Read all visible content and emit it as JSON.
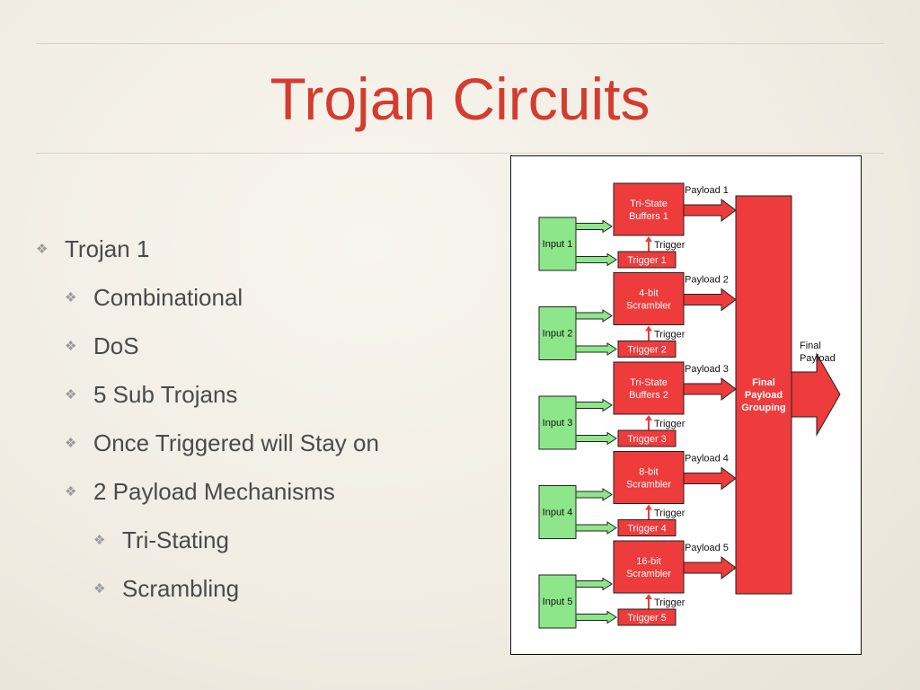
{
  "slide": {
    "title": "Trojan Circuits",
    "bullets": [
      {
        "text": "Trojan 1",
        "level": 0
      },
      {
        "text": "Combinational",
        "level": 1
      },
      {
        "text": "DoS",
        "level": 1
      },
      {
        "text": "5 Sub Trojans",
        "level": 1
      },
      {
        "text": "Once Triggered will Stay on",
        "level": 1
      },
      {
        "text": "2 Payload Mechanisms",
        "level": 1
      },
      {
        "text": "Tri-Stating",
        "level": 2
      },
      {
        "text": "Scrambling",
        "level": 2
      }
    ],
    "bullet_icon": "diamond-ornament-icon"
  },
  "diagram": {
    "stages": [
      {
        "input": "Input 1",
        "block": [
          "Tri-State",
          "Buffers 1"
        ],
        "trigger": "Trigger 1",
        "trigger_label": "Trigger",
        "payload": "Payload 1"
      },
      {
        "input": "Input 2",
        "block": [
          "4-bit",
          "Scrambler"
        ],
        "trigger": "Trigger 2",
        "trigger_label": "Trigger",
        "payload": "Payload 2"
      },
      {
        "input": "Input 3",
        "block": [
          "Tri-State",
          "Buffers 2"
        ],
        "trigger": "Trigger 3",
        "trigger_label": "Trigger",
        "payload": "Payload 3"
      },
      {
        "input": "Input 4",
        "block": [
          "8-bit",
          "Scrambler"
        ],
        "trigger": "Trigger 4",
        "trigger_label": "Trigger",
        "payload": "Payload 4"
      },
      {
        "input": "Input 5",
        "block": [
          "16-bit",
          "Scrambler"
        ],
        "trigger": "Trigger 5",
        "trigger_label": "Trigger",
        "payload": "Payload 5"
      }
    ],
    "grouping": [
      "Final",
      "Payload",
      "Grouping"
    ],
    "output": [
      "Final",
      "Payload"
    ],
    "colors": {
      "input_fill": "#8ee68a",
      "block_fill": "#ee3b3b",
      "stroke": "#222222"
    }
  }
}
